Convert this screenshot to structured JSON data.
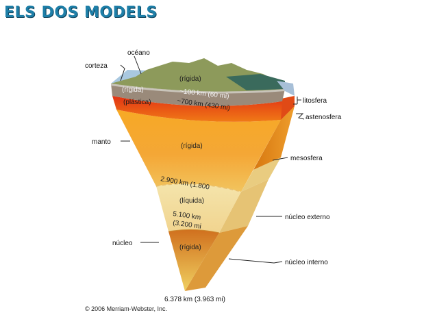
{
  "slide": {
    "title": "ELS DOS MODELS"
  },
  "diagram": {
    "left_labels": {
      "ocean": "océano",
      "crust": "corteza",
      "mantle": "manto",
      "core": "núcleo"
    },
    "right_labels": {
      "lithosphere": "litosfera",
      "asthenosphere": "astenosfera",
      "mesosphere": "mesosfera",
      "outer_core": "núcleo externo",
      "inner_core": "núcleo interno"
    },
    "inner_labels": {
      "rigid_top": "(rígida)",
      "rigid_litho": "(rígida)",
      "depth_100": "~100 km (60 mi)",
      "plastic": "(plástica)",
      "depth_700": "~700 km (430 mi)",
      "rigid_meso": "(rígida)",
      "depth_2900": "2.900 km (1.800",
      "liquid": "(líquida)",
      "depth_5100_a": "5.100 km",
      "depth_5100_b": "(3.200 mi",
      "rigid_inner": "(rígida)"
    },
    "bottom_depth": "6.378 km (3.963 mi)",
    "copyright": "© 2006 Merriam-Webster, Inc."
  },
  "colors": {
    "title": "#1e7fa8",
    "ocean": "#8fb8d8",
    "land": "#8f9a5c",
    "lithosphere": "#a89886",
    "asthenosphere": "#dd3518",
    "mesosphere": "#f39a22",
    "outer_core": "#f3dc9c",
    "inner_core": "#e0a03a"
  }
}
